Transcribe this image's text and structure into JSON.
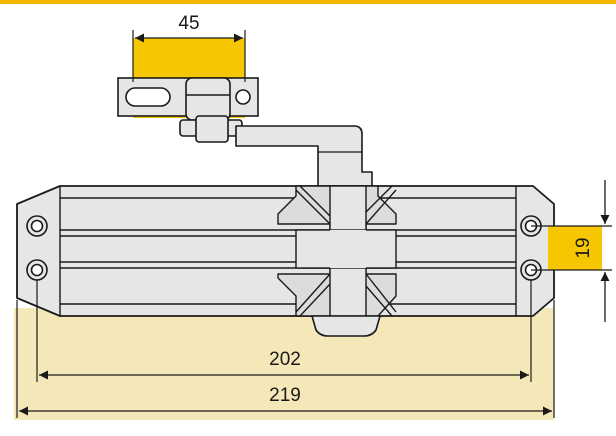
{
  "dimensions": {
    "bracket_width": "45",
    "mounting_hole_spacing": "19",
    "hole_center_distance": "202",
    "overall_length": "219"
  },
  "colors": {
    "dimension_highlight": "#f6c700",
    "dimension_field": "#f4e8b8",
    "top_border": "#f2b600",
    "body_fill": "#e6e6e6",
    "outline": "#1a1a1a"
  }
}
